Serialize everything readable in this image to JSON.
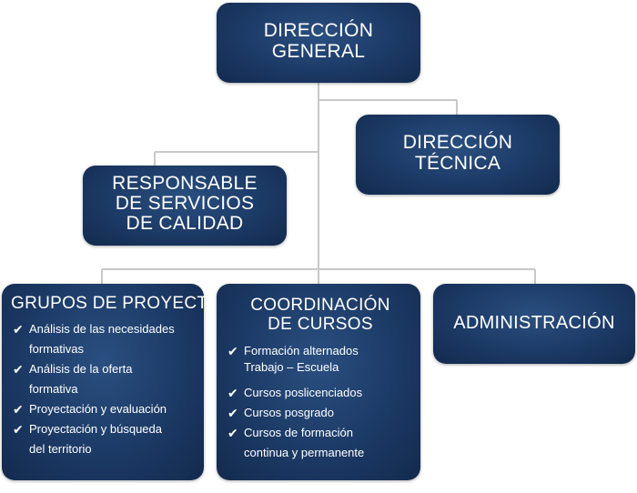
{
  "boxes": {
    "direccion_general": {
      "lines": [
        "DIRECCIÓN",
        "GENERAL"
      ]
    },
    "direccion_tecnica": {
      "lines": [
        "DIRECCIÓN",
        "TÉCNICA"
      ]
    },
    "responsable_calidad": {
      "lines": [
        "RESPONSABLE",
        "DE SERVICIOS",
        "DE CALIDAD"
      ]
    },
    "grupos_proyecto": {
      "title": "GRUPOS DE PROYECTO",
      "items": [
        {
          "line1": "Análisis de las necesidades",
          "line2": "formativas"
        },
        {
          "line1": "Análisis de la oferta",
          "line2": "formativa"
        },
        {
          "line1": "Proyectación y evaluación",
          "line2": ""
        },
        {
          "line1": "Proyectación y búsqueda",
          "line2": "del territorio"
        }
      ]
    },
    "coordinacion_cursos": {
      "lines": [
        "COORDINACIÓN",
        "DE CURSOS"
      ],
      "items": [
        {
          "line1": "Formación alternados",
          "line2": "Trabajo – Escuela"
        },
        {
          "line1": "Cursos poslicenciados",
          "line2": ""
        },
        {
          "line1": "Cursos posgrado",
          "line2": ""
        },
        {
          "line1": "Cursos de formación",
          "line2": "continua y permanente"
        }
      ]
    },
    "administracion": {
      "title": "ADMINISTRACIÓN"
    }
  },
  "check_glyph": "✔",
  "colors": {
    "box": "#1c3a66",
    "connector": "#c8c8c8",
    "text": "#ffffff"
  }
}
